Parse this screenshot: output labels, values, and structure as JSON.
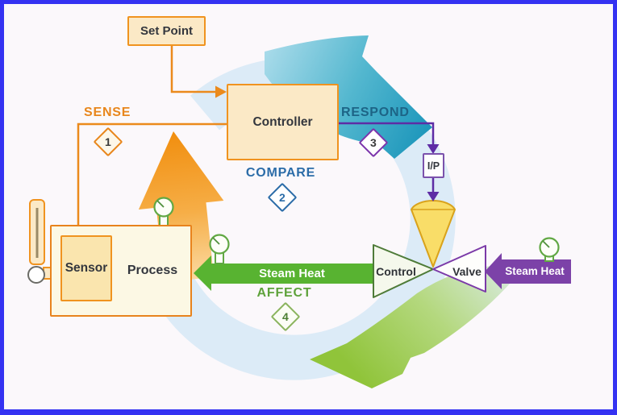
{
  "colors": {
    "frame_border": "#3432F2",
    "background": "#FBF8FB",
    "orange_accent": "#EB8A1C",
    "compare_blue": "#2B6CA8",
    "respond_teal": "#1D6486",
    "purple_accent": "#5E2CA5",
    "affect_green": "#5EA23B",
    "steam_in_fill": "#7C42A8",
    "steam_out_fill": "#58B331",
    "cycle_ring": "#D8E9F6",
    "box_fill": "#FBE9C6",
    "cone_fill": "#F9DD68"
  },
  "boxes": {
    "set_point": "Set Point",
    "controller": "Controller",
    "sensor": "Sensor",
    "process": "Process",
    "ip_converter": "I/P"
  },
  "steps": [
    {
      "label": "SENSE",
      "number": "1"
    },
    {
      "label": "COMPARE",
      "number": "2"
    },
    {
      "label": "RESPOND",
      "number": "3"
    },
    {
      "label": "AFFECT",
      "number": "4"
    }
  ],
  "valve": {
    "left_label": "Control",
    "right_label": "Valve"
  },
  "flows": {
    "steam_heat_supply": "Steam Heat",
    "steam_heat_delivery": "Steam Heat"
  }
}
